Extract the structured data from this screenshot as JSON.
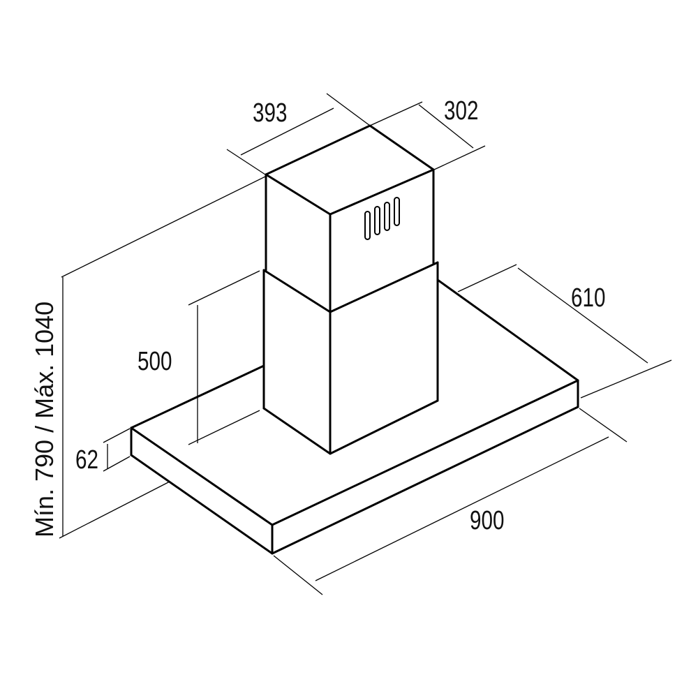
{
  "title": "Range hood dimensions",
  "dimensions": {
    "chimney_width": "393",
    "chimney_depth": "302",
    "lower_chimney_height": "500",
    "hood_thickness": "62",
    "hood_depth": "610",
    "hood_width": "900",
    "total_height": "Mín. 790 / Máx. 1040"
  },
  "colors": {
    "line": "#000000",
    "background": "#ffffff"
  }
}
